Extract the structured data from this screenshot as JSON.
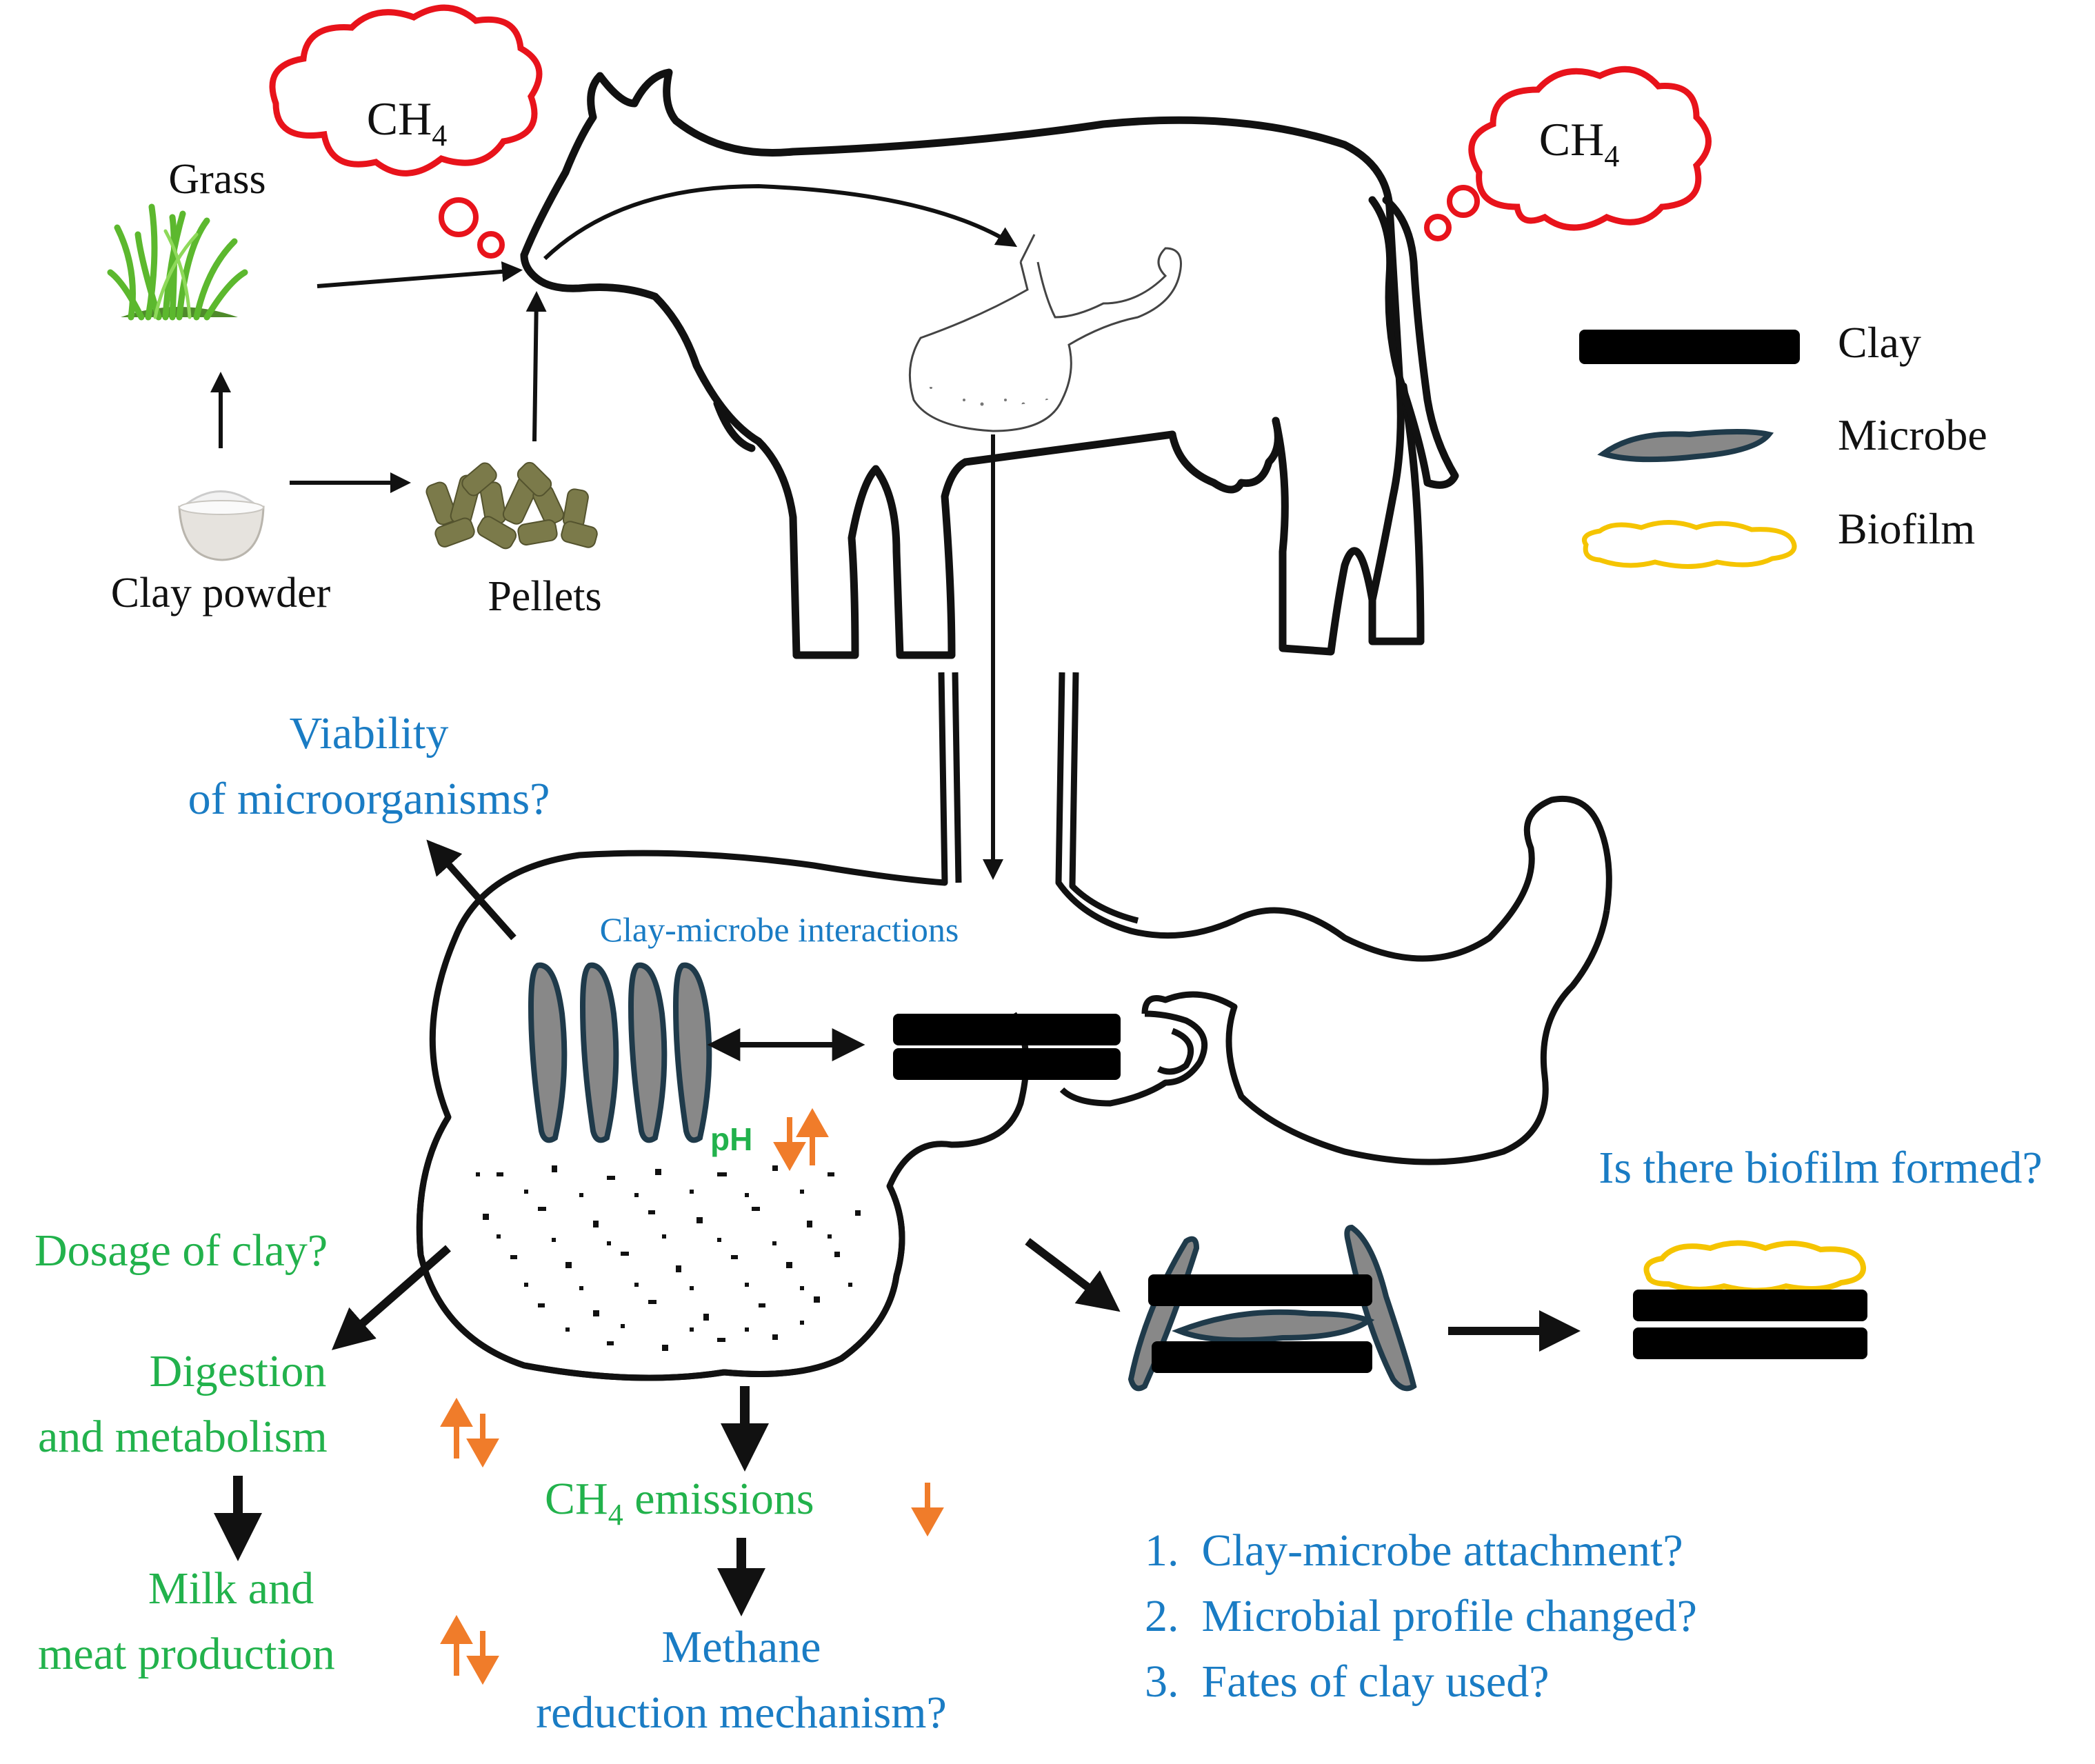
{
  "colors": {
    "question": "#1a7cc4",
    "effect": "#22b24c",
    "change_arrow": "#f07c2a",
    "methane_cloud": "#e8131b",
    "biofilm": "#f5c400",
    "clay": "#000000",
    "microbe_outline": "#1f3a4a"
  },
  "feed": {
    "grass_label": "Grass",
    "clay_powder_label": "Clay powder",
    "pellets_label": "Pellets"
  },
  "methane_clouds": {
    "left": {
      "base": "CH",
      "sub": "4"
    },
    "right": {
      "base": "CH",
      "sub": "4"
    }
  },
  "legend": {
    "items": [
      {
        "key": "clay",
        "label": "Clay"
      },
      {
        "key": "microbe",
        "label": "Microbe"
      },
      {
        "key": "biofilm",
        "label": "Biofilm"
      }
    ]
  },
  "rumen": {
    "interaction_label": "Clay-microbe interactions",
    "ph_label": "pH"
  },
  "questions": {
    "viability_line1": "Viability",
    "viability_line2": "of microorganisms?",
    "biofilm_q": "Is there biofilm formed?",
    "methane_line1": "Methane",
    "methane_line2": "reduction mechanism?",
    "list": [
      "1.  Clay-microbe attachment?",
      "2.  Microbial profile changed?",
      "3.  Fates of clay used?"
    ]
  },
  "effects": {
    "dosage": "Dosage of clay?",
    "digestion_line1": "Digestion",
    "digestion_line2": "and  metabolism",
    "milk_line1": "Milk and",
    "milk_line2": "meat production",
    "ch4_base": "CH",
    "ch4_sub": "4",
    "ch4_rest": " emissions"
  },
  "change_indicators": {
    "ph": "up-down",
    "digestion": "up-down",
    "milk_meat": "up-down",
    "ch4_emissions": "down"
  }
}
